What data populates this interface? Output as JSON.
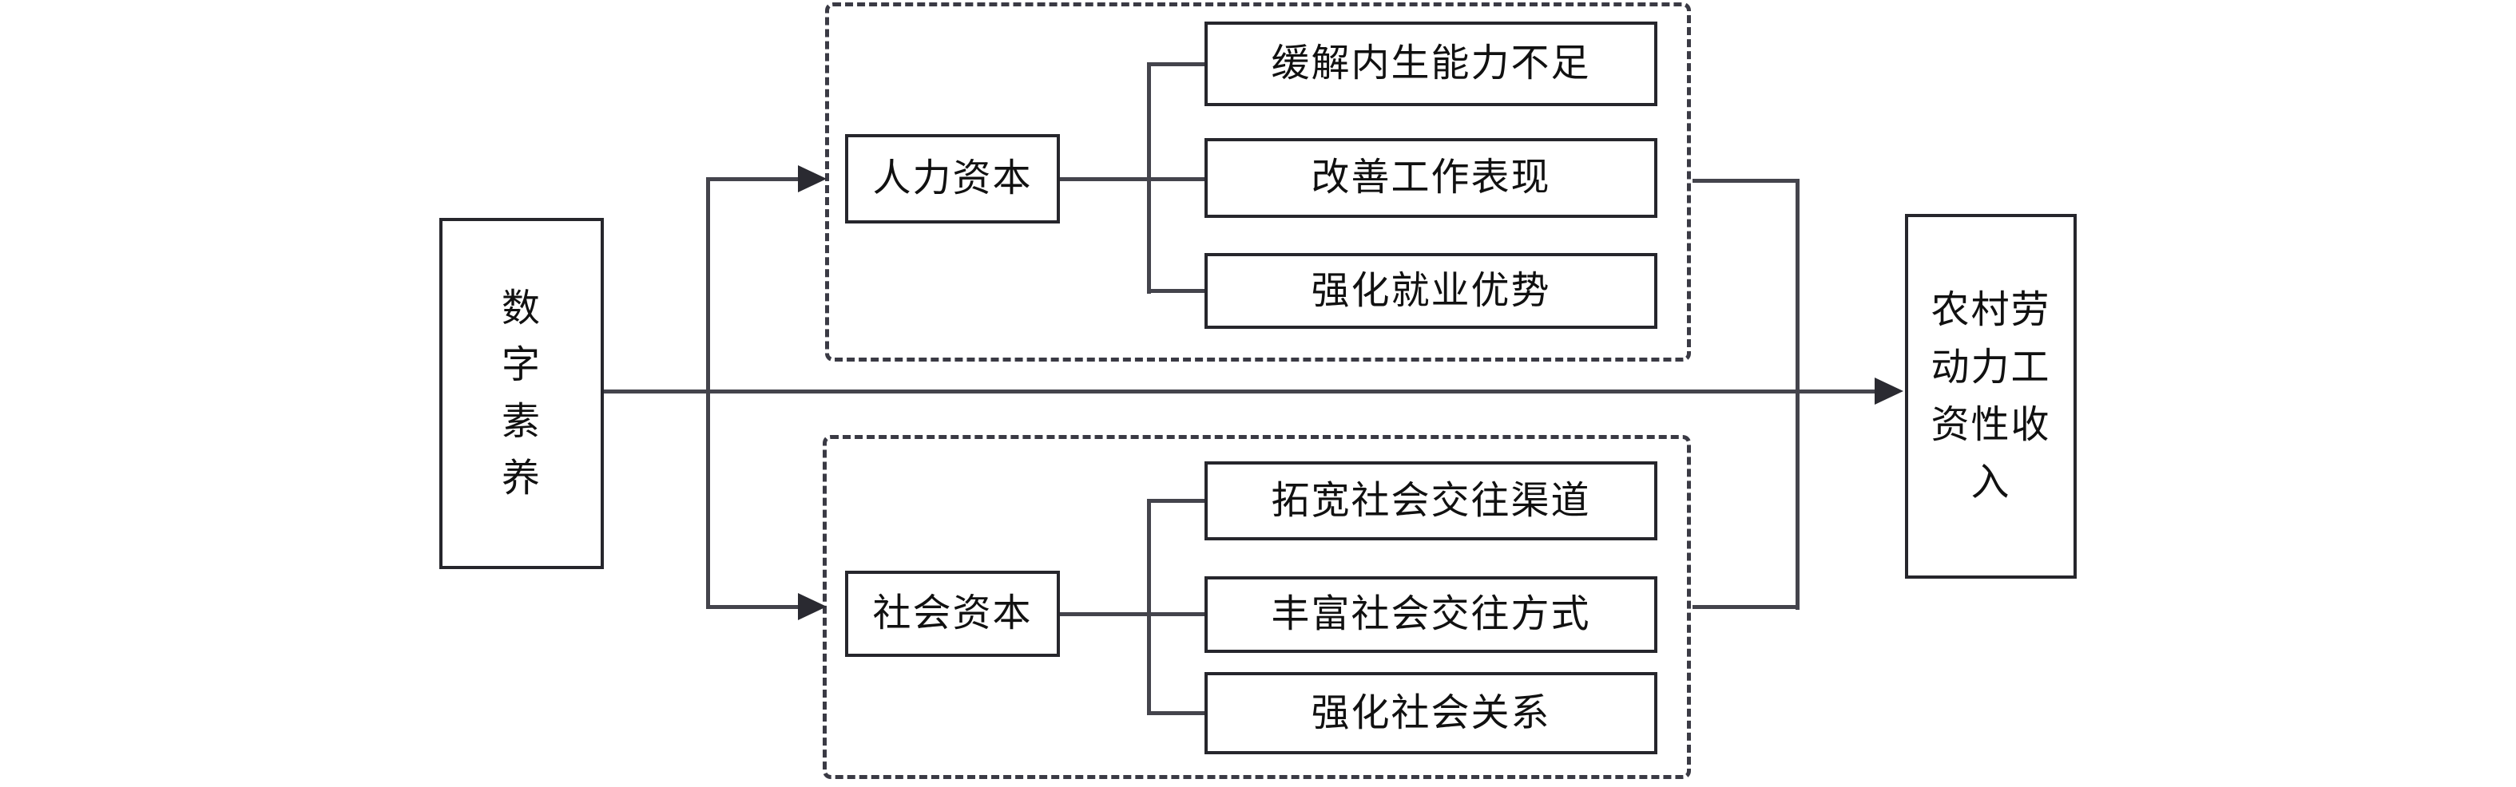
{
  "diagram": {
    "type": "flowchart",
    "source": {
      "label": "数字素养"
    },
    "groups": [
      {
        "capital_label": "人力资本",
        "effects": [
          "缓解内生能力不足",
          "改善工作表现",
          "强化就业优势"
        ]
      },
      {
        "capital_label": "社会资本",
        "effects": [
          "拓宽社会交往渠道",
          "丰富社会交往方式",
          "强化社会关系"
        ]
      }
    ],
    "outcome": {
      "label": "农村劳动力工资性收入"
    },
    "colors": {
      "line": "#44444c",
      "border": "#26262c",
      "dash": "#3a3a44",
      "arrow": "#2a2a31",
      "text": "#111111",
      "background": "#ffffff"
    }
  }
}
